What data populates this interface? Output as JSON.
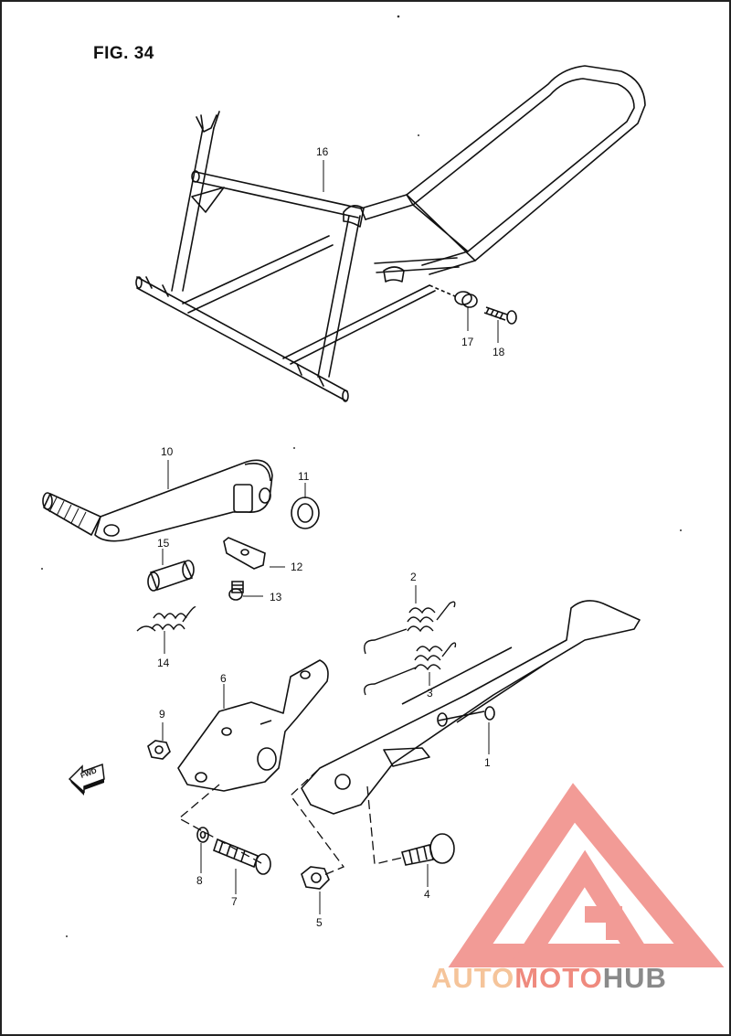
{
  "figure": {
    "title": "FIG. 34"
  },
  "callouts": [
    {
      "id": "16",
      "label": "16"
    },
    {
      "id": "17",
      "label": "17"
    },
    {
      "id": "18",
      "label": "18"
    },
    {
      "id": "10",
      "label": "10"
    },
    {
      "id": "11",
      "label": "11"
    },
    {
      "id": "15",
      "label": "15"
    },
    {
      "id": "12",
      "label": "12"
    },
    {
      "id": "13",
      "label": "13"
    },
    {
      "id": "14",
      "label": "14"
    },
    {
      "id": "2",
      "label": "2"
    },
    {
      "id": "3",
      "label": "3"
    },
    {
      "id": "6",
      "label": "6"
    },
    {
      "id": "9",
      "label": "9"
    },
    {
      "id": "1",
      "label": "1"
    },
    {
      "id": "8",
      "label": "8"
    },
    {
      "id": "7",
      "label": "7"
    },
    {
      "id": "4",
      "label": "4"
    },
    {
      "id": "5",
      "label": "5"
    }
  ],
  "direction_arrow": {
    "label": "FWD"
  },
  "watermark": {
    "part1": "AUTO",
    "part2": "MOTO",
    "part3": "HUB",
    "color_light": "#f5c49a",
    "color_mid": "#ef8a7e",
    "color_dark": "#8a8a8a",
    "logo_color": "#f08a84"
  },
  "colors": {
    "line": "#111111",
    "background": "#ffffff"
  }
}
